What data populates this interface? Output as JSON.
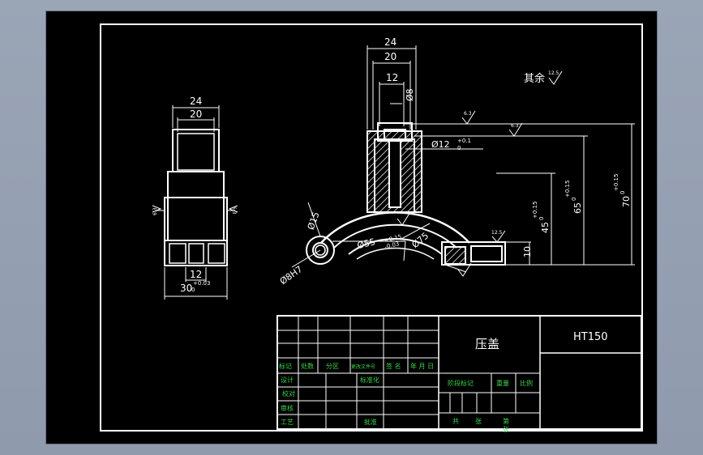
{
  "drawing": {
    "part_name": "压盖",
    "material": "HT150",
    "surface_note": "其余",
    "roughness_12_5": "12.5"
  },
  "left_view": {
    "dim_top_outer": "24",
    "dim_top_inner": "20",
    "dim_bottom_inner": "12",
    "dim_bottom_outer": "30",
    "dim_bottom_outer_tol": "+0.03",
    "dim_bottom_outer_tol_low": "0",
    "roughness_left": "6.3",
    "roughness_right": "6.3"
  },
  "front_view": {
    "dim_24": "24",
    "dim_20": "20",
    "dim_12": "12",
    "dim_phi8": "Ø8",
    "dim_phi12": "Ø12",
    "dim_phi12_tol": "+0.1",
    "dim_phi12_tol_low": "0",
    "dim_phi75": "Ø75",
    "dim_phi55": "Ø55",
    "dim_phi55_tol_up": "+0.15",
    "dim_phi55_tol_low": "-0.03",
    "dim_phi15": "Ø15",
    "dim_phi8h7": "Ø8H7",
    "dim_10": "10",
    "dim_45": "45",
    "dim_45_tol": "+0.15",
    "dim_45_tol_low": "0",
    "dim_65": "65",
    "dim_65_tol": "+0.15",
    "dim_65_tol_low": "0",
    "dim_70": "70",
    "dim_70_tol": "+0.15",
    "dim_70_tol_low": "0",
    "roughness_a": "6.3",
    "roughness_b": "6.3",
    "roughness_c": "12.5"
  },
  "title_block": {
    "col_mark": "标记",
    "col_count": "处数",
    "col_zone": "分区",
    "col_change_doc": "更改文件号",
    "col_sign": "签 名",
    "col_date": "年 月 日",
    "design": "设计",
    "standardize": "标准化",
    "check": "校对",
    "review": "审核",
    "process": "工艺",
    "approve": "批准",
    "stage_mark": "阶段标记",
    "weight": "重量",
    "scale": "比例",
    "total": "共",
    "sheet": "张",
    "page": "第",
    "page_sheet": "张"
  },
  "colors": {
    "background": "#000000",
    "line": "#ffffff",
    "label": "#39d34a",
    "chrome": "#96a0b0"
  }
}
